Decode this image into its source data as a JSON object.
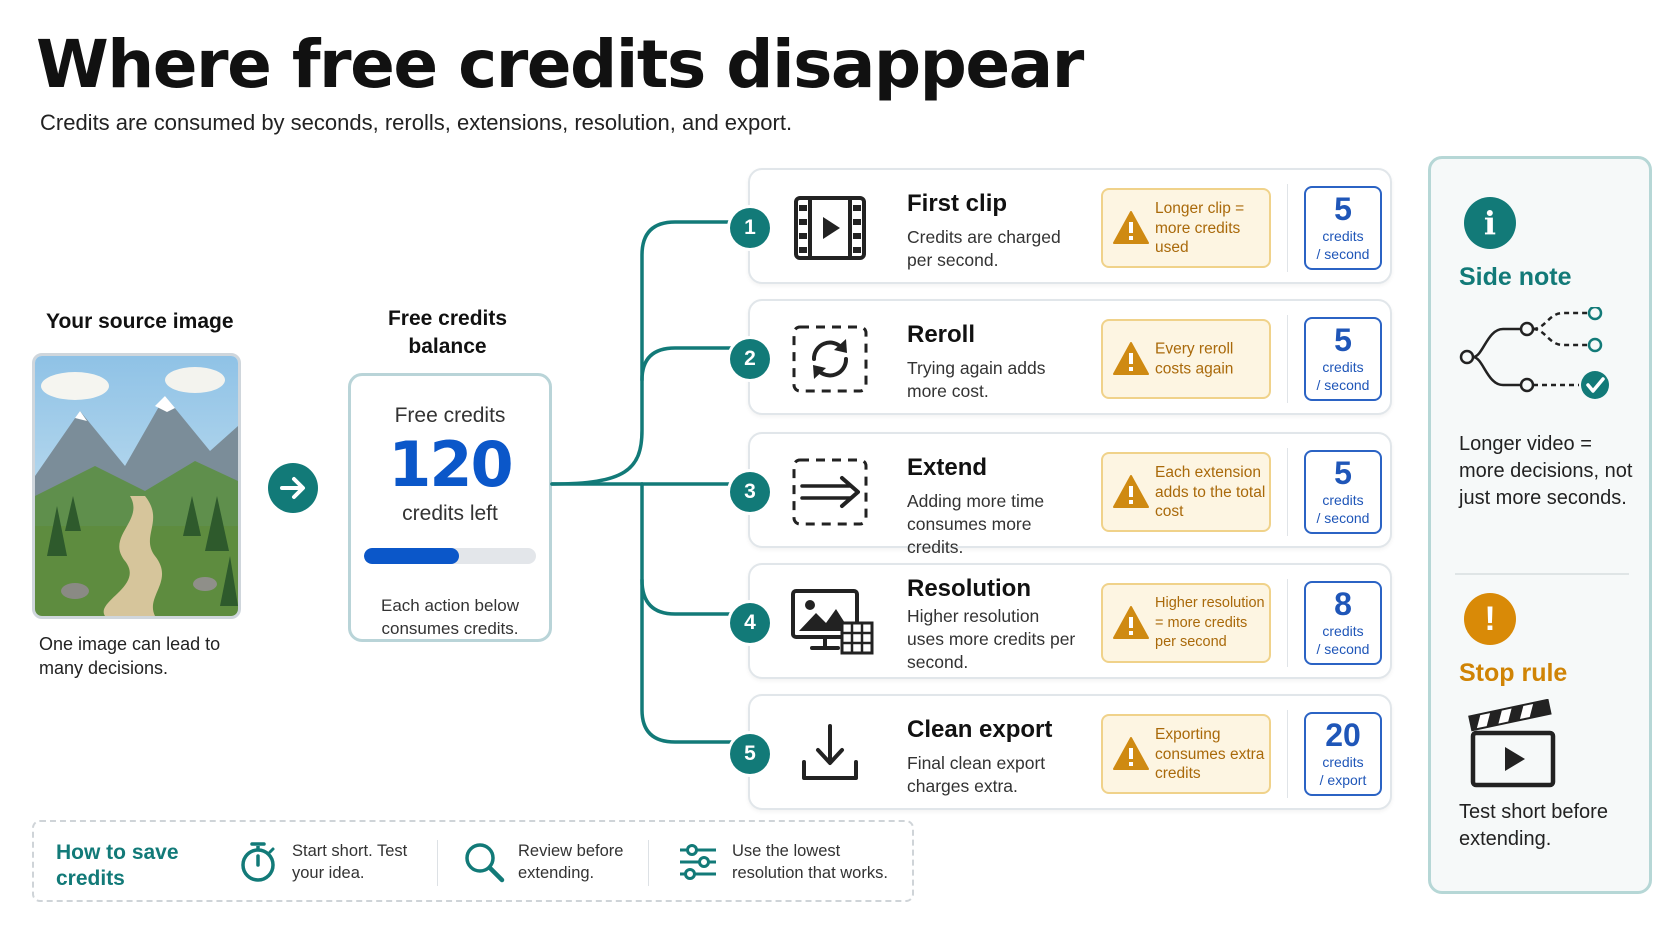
{
  "title": "Where free credits disappear",
  "subtitle": "Credits are consumed by seconds, rerolls, extensions, resolution, and export.",
  "source": {
    "label": "Your source image",
    "caption": "One image can lead to many decisions."
  },
  "balance": {
    "label": "Free credits balance",
    "card_title": "Free credits",
    "amount": "120",
    "unit": "credits left",
    "fill_fraction": 0.55,
    "note": "Each action below consumes credits."
  },
  "steps": [
    {
      "num": "1",
      "title": "First clip",
      "desc": "Credits are charged per second.",
      "icon": "film-icon",
      "warning": "Longer clip = more credits used",
      "cost": "5",
      "cost_unit_1": "credits",
      "cost_unit_2": "/ second"
    },
    {
      "num": "2",
      "title": "Reroll",
      "desc": "Trying again adds more cost.",
      "icon": "reroll-icon",
      "warning": "Every reroll costs again",
      "cost": "5",
      "cost_unit_1": "credits",
      "cost_unit_2": "/ second"
    },
    {
      "num": "3",
      "title": "Extend",
      "desc": "Adding more time consumes more credits.",
      "icon": "extend-arrow-icon",
      "warning": "Each extension adds to the total cost",
      "cost": "5",
      "cost_unit_1": "credits",
      "cost_unit_2": "/ second"
    },
    {
      "num": "4",
      "title": "Resolution",
      "desc": "Higher resolution uses more credits per second.",
      "icon": "resolution-monitor-icon",
      "warning": "Higher resolution = more credits per second",
      "cost": "8",
      "cost_unit_1": "credits",
      "cost_unit_2": "/ second"
    },
    {
      "num": "5",
      "title": "Clean export",
      "desc": "Final clean export charges extra.",
      "icon": "download-icon",
      "warning": "Exporting consumes extra credits",
      "cost": "20",
      "cost_unit_1": "credits",
      "cost_unit_2": "/ export"
    }
  ],
  "save": {
    "title": "How to save credits",
    "tips": [
      {
        "icon": "stopwatch-icon",
        "text": "Start short. Test your idea."
      },
      {
        "icon": "magnifier-icon",
        "text": "Review before extending."
      },
      {
        "icon": "sliders-icon",
        "text": "Use the lowest resolution that works."
      }
    ]
  },
  "side": {
    "note_title": "Side note",
    "note_text": "Longer video = more decisions, not just more seconds.",
    "rule_title": "Stop rule",
    "rule_text": "Test short before extending."
  },
  "colors": {
    "teal": "#127a78",
    "blue": "#0b57c9",
    "amber": "#d98a07",
    "warn_bg": "#fdf5e2"
  }
}
